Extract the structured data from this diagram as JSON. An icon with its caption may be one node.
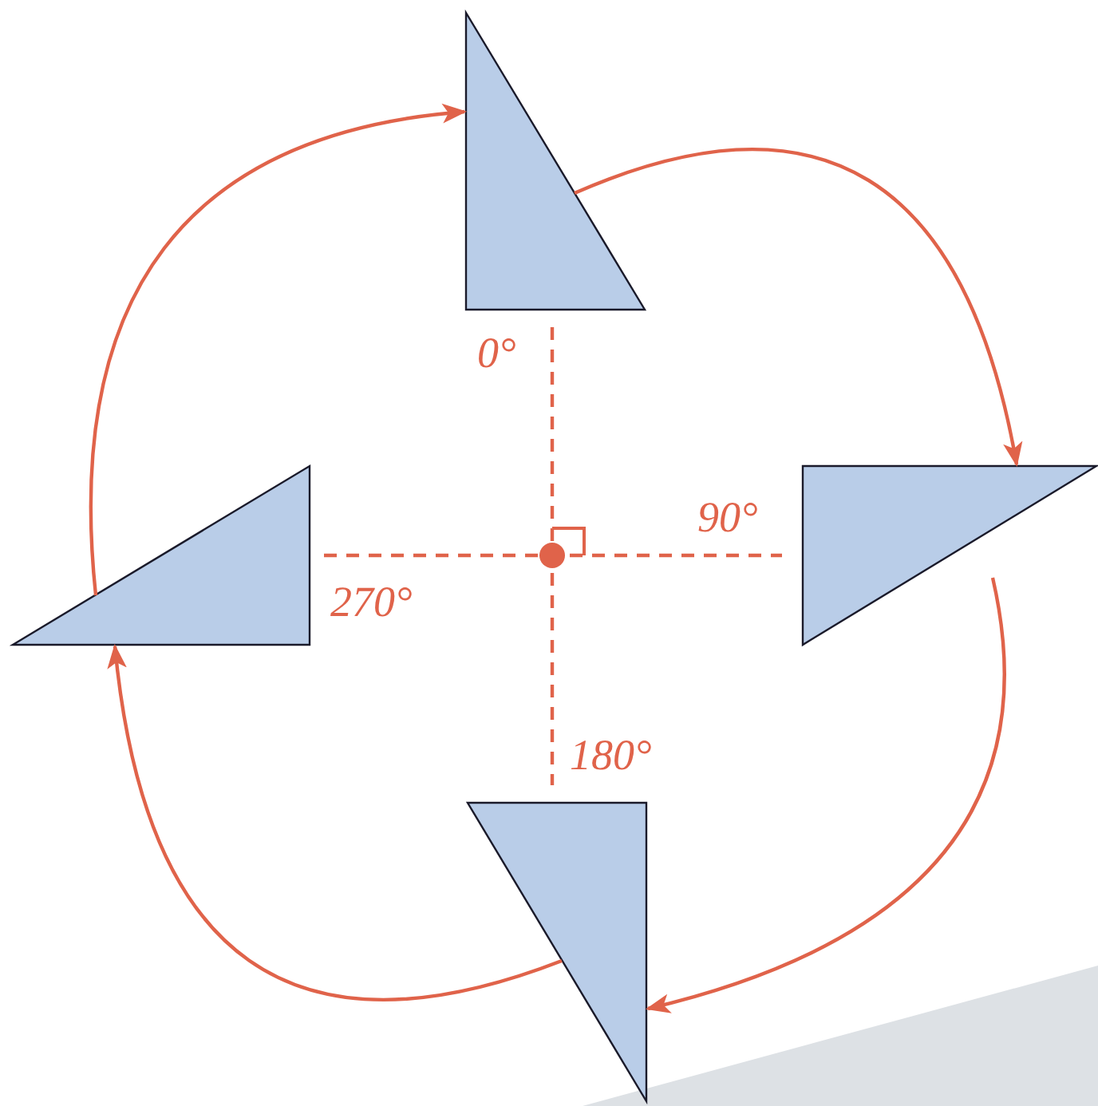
{
  "diagram": {
    "nodes": [
      {
        "text": [],
        "shape": "triangle"
      },
      {
        "text": [],
        "shape": "triangle"
      },
      {
        "text": [],
        "shape": "triangle"
      },
      {
        "text": [],
        "shape": "triangle"
      }
    ],
    "edges": [
      {
        "from": 0,
        "to": 2,
        "arrow": "to"
      },
      {
        "from": 2,
        "to": 3,
        "arrow": "to"
      },
      {
        "from": 3,
        "to": 1,
        "arrow": "to"
      },
      {
        "from": 1,
        "to": 0,
        "arrow": "to"
      }
    ],
    "labels": [
      "0°",
      "90°",
      "270°",
      "180°"
    ]
  }
}
